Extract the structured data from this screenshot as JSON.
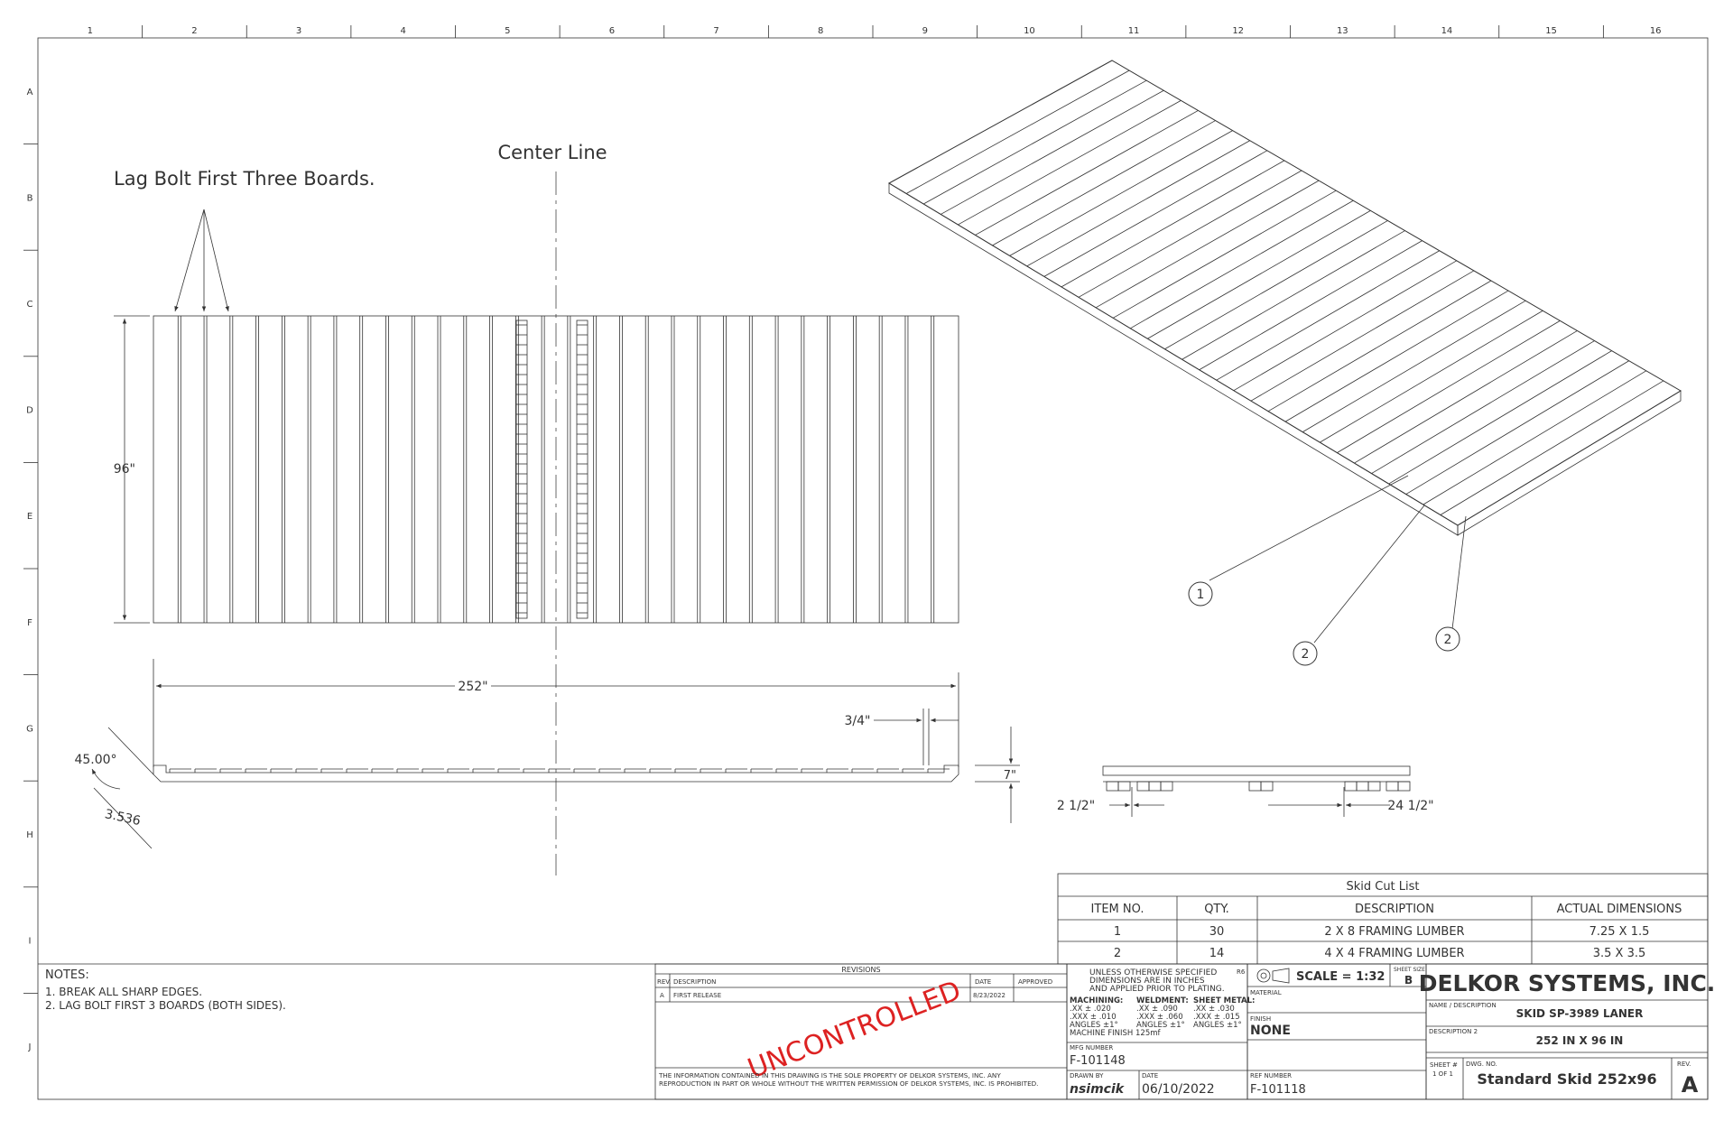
{
  "border": {
    "cols": [
      "1",
      "2",
      "3",
      "4",
      "5",
      "6",
      "7",
      "8",
      "9",
      "10",
      "11",
      "12",
      "13",
      "14",
      "15",
      "16"
    ],
    "rows": [
      "A",
      "B",
      "C",
      "D",
      "E",
      "F",
      "G",
      "H",
      "I",
      "J"
    ]
  },
  "annotations": {
    "lag_bolt": "Lag Bolt First Three Boards.",
    "center_line": "Center Line"
  },
  "dimensions": {
    "height": "96\"",
    "length": "252\"",
    "board_gap": "3/4\"",
    "angle": "45.00°",
    "chamfer": "3.536",
    "thickness": "7\"",
    "end_offset": "2 1/2\"",
    "block_spacing": "24 1/2\""
  },
  "balloons": [
    "1",
    "2",
    "2"
  ],
  "cut_list": {
    "title": "Skid Cut List",
    "headers": [
      "ITEM NO.",
      "QTY.",
      "DESCRIPTION",
      "ACTUAL DIMENSIONS"
    ],
    "rows": [
      [
        "1",
        "30",
        "2 X 8 FRAMING  LUMBER",
        "7.25 X 1.5"
      ],
      [
        "2",
        "14",
        "4 X 4 FRAMING LUMBER",
        "3.5 X 3.5"
      ]
    ]
  },
  "notes": {
    "title": "NOTES:",
    "items": [
      "1. BREAK ALL SHARP EDGES.",
      "2. LAG BOLT FIRST 3 BOARDS (BOTH SIDES)."
    ]
  },
  "revisions": {
    "title": "REVISIONS",
    "headers": [
      "REV.",
      "DESCRIPTION",
      "DATE",
      "APPROVED"
    ],
    "rows": [
      [
        "A",
        "FIRST RELEASE",
        "8/23/2022",
        ""
      ]
    ],
    "stamp": "UNCONTROLLED",
    "disclaimer_1": "THE INFORMATION CONTAINED IN THIS DRAWING IS THE SOLE PROPERTY OF DELKOR SYSTEMS, INC. ANY",
    "disclaimer_2": "REPRODUCTION IN PART OR WHOLE WITHOUT THE WRITTEN PERMISSION OF DELKOR SYSTEMS, INC. IS PROHIBITED."
  },
  "tolerances": {
    "line1": "UNLESS OTHERWISE SPECIFIED",
    "line2": "DIMENSIONS ARE IN INCHES",
    "line3": "AND APPLIED PRIOR TO PLATING.",
    "r6": "R6",
    "machining": [
      "MACHINING:",
      ".XX ± .020",
      ".XXX ± .010",
      "ANGLES ±1°"
    ],
    "weldment": [
      "WELDMENT:",
      ".XX ± .090",
      ".XXX ± .060",
      "ANGLES ±1°"
    ],
    "sheet_metal": [
      "SHEET METAL:",
      ".XX ± .030",
      ".XXX ± .015",
      "ANGLES ±1°"
    ],
    "finish_note": "MACHINE FINISH 125mf",
    "mfg_label": "MFG NUMBER",
    "mfg_number": "F-101148"
  },
  "title_block": {
    "scale": "SCALE = 1:32",
    "sheet_size_label": "SHEET SIZE",
    "sheet_size": "B",
    "company": "DELKOR SYSTEMS, INC.",
    "material_label": "MATERIAL",
    "finish_label": "FINISH",
    "finish": "NONE",
    "name_label": "NAME / DESCRIPTION",
    "name": "SKID SP-3989 LANER",
    "desc2_label": "DESCRIPTION 2",
    "desc2": "252 IN X 96 IN",
    "drawn_label": "DRAWN BY",
    "drawn_by": "nsimcik",
    "date_label": "DATE",
    "date": "06/10/2022",
    "ref_label": "REF NUMBER",
    "ref": "F-101118",
    "sheet_label": "SHEET #",
    "sheet": "1 OF 1",
    "dwg_label": "DWG. NO.",
    "dwg": "Standard Skid 252x96",
    "rev_label": "REV.",
    "rev": "A"
  }
}
